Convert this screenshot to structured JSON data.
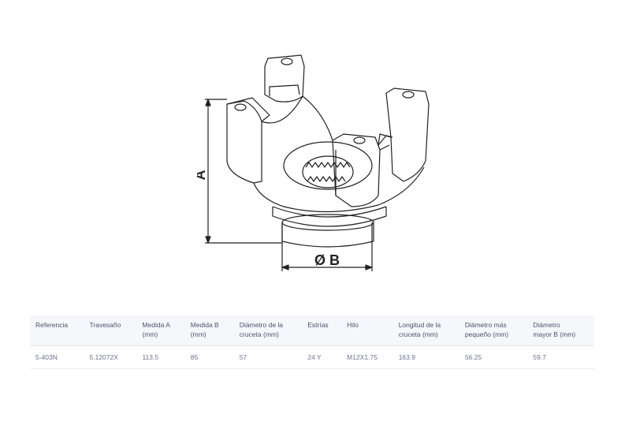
{
  "drawing": {
    "label_a": "A",
    "label_b": "Ø B"
  },
  "table": {
    "headers": [
      [
        "Referencia"
      ],
      [
        "Travesaño"
      ],
      [
        "Medida A",
        "(mm)"
      ],
      [
        "Medida B",
        "(mm)"
      ],
      [
        "Diámetro de la",
        "cruceta (mm)"
      ],
      [
        "Estrías"
      ],
      [
        "Hilo"
      ],
      [
        "Longitud de la",
        "cruceta (mm)"
      ],
      [
        "Diámetro más",
        "pequeño (mm)"
      ],
      [
        "Diámetro",
        "mayor B (mm)"
      ]
    ],
    "rows": [
      [
        "5-403N",
        "5.12072X",
        "113.5",
        "85",
        "57",
        "24   Y",
        "M12X1.75",
        "163.9",
        "56.25",
        "59.7"
      ]
    ]
  }
}
